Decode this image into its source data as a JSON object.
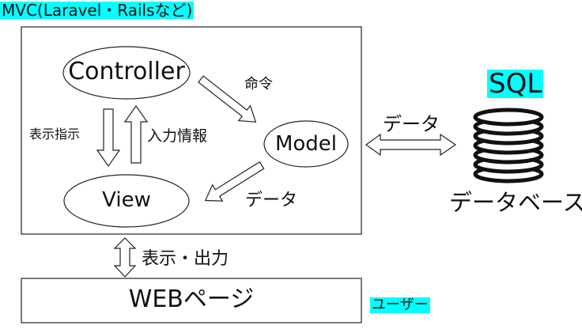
{
  "frame_title": "MVC(Laravel・Railsなど)",
  "nodes": {
    "controller": "Controller",
    "model": "Model",
    "view": "View",
    "webpage": "WEBページ",
    "database": "データベース"
  },
  "labels": {
    "sql": "SQL",
    "user": "ユーザー",
    "command": "命令",
    "display_instruction": "表示指示",
    "input_info": "入力情報",
    "data_model_view": "データ",
    "data_model_db": "データ",
    "display_output": "表示・出力"
  },
  "colors": {
    "highlight": "#00ffff",
    "stroke": "#222222"
  }
}
